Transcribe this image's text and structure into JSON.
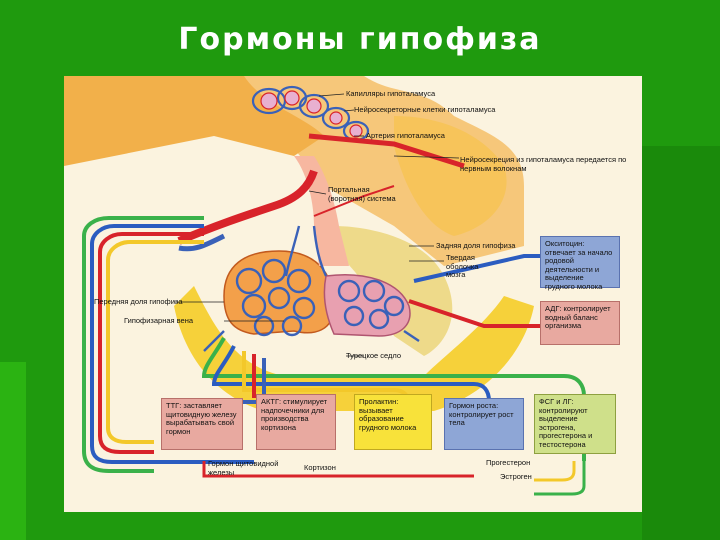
{
  "title": "Гормоны гипофиза",
  "colors": {
    "background": "#1f9a0e",
    "paper": "#fbf3df",
    "artery": "#d8232a",
    "vein": "#3a61b8",
    "tissue": "#f2b04a",
    "yellow_bone": "#f6d13a",
    "box_blue": "#8ea6d6",
    "box_pink": "#e8a9a0",
    "box_yellow": "#f8e23a",
    "box_green": "#cfe08a"
  },
  "labels": {
    "capillaries": "Капилляры гипоталамуса",
    "neurosecretory": "Нейросекреторные клетки гипоталамуса",
    "artery": "Артерия гипоталамуса",
    "neurosecretion": "Нейросекреция из гипоталамуса передается по нервным волокнам",
    "portal": "Портальная (воротная) система",
    "posterior": "Задняя доля гипофиза",
    "dura": "Твердая оболочка мозга",
    "anterior": "Передняя доля гипофиза",
    "vein": "Гипофизарная вена",
    "sella": "Турецкое седло",
    "thyroid_hormone": "Гормон щитовидной железы",
    "cortisol": "Кортизон",
    "progesterone": "Прогестерон",
    "estrogen": "Эстроген"
  },
  "boxes": {
    "oxytocin": "Окситоцин: отвечает за начало родовой деятельности и выделение грудного молока",
    "adh": "АДГ: контролирует водный баланс организма",
    "tsh": "ТТГ: заставляет щитовидную железу вырабатывать свой гормон",
    "acth": "АКТГ: стимулирует надпочечники для производства кортизона",
    "prolactin": "Пролактин: вызывает образование грудного молока",
    "growth": "Гормон роста: контролирует рост тела",
    "fsh_lh": "ФСГ и ЛГ: контролируют выделение эстрогена, прогестерона и тестостерона"
  }
}
